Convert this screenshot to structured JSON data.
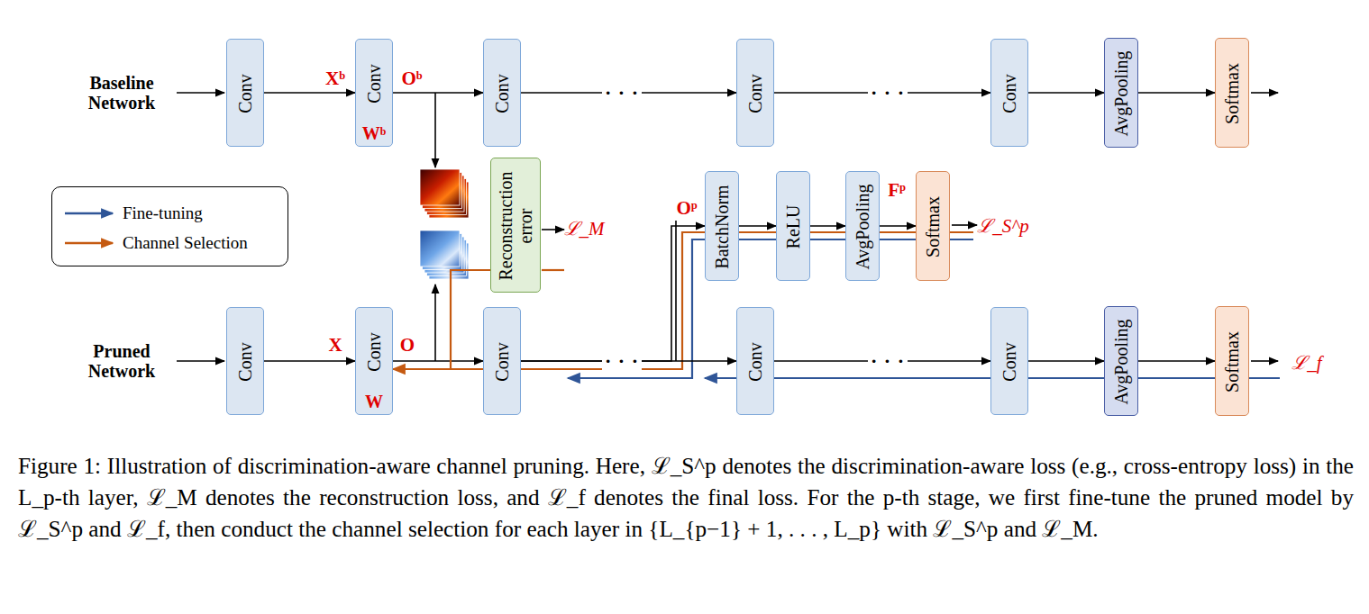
{
  "diagram": {
    "caption": "Figure 1: Illustration of discrimination-aware channel pruning. Here, ℒ_S^p denotes the discrimination-aware loss (e.g., cross-entropy loss) in the L_p-th layer, ℒ_M denotes the reconstruction loss, and ℒ_f denotes the final loss. For the p-th stage, we first fine-tune the pruned model by ℒ_S^p and ℒ_f, then conduct the channel selection for each layer in {L_{p−1} + 1, . . . , L_p} with ℒ_S^p and ℒ_M.",
    "nodes": [
      {
        "text": [
          "Conv"
        ]
      },
      {
        "text": [
          "Conv",
          "Wᵇ"
        ]
      },
      {
        "text": [
          "Conv"
        ]
      },
      {
        "text": [
          "Conv"
        ]
      },
      {
        "text": [
          "Conv"
        ]
      },
      {
        "text": [
          "AvgPooling"
        ]
      },
      {
        "text": [
          "Softmax"
        ]
      },
      {
        "text": [
          "Reconstruction error"
        ]
      },
      {
        "text": [
          "BatchNorm"
        ]
      },
      {
        "text": [
          "ReLU"
        ]
      },
      {
        "text": [
          "AvgPooling"
        ]
      },
      {
        "text": [
          "Softmax"
        ]
      },
      {
        "text": [
          "Conv"
        ]
      },
      {
        "text": [
          "Conv",
          "W"
        ]
      },
      {
        "text": [
          "Conv"
        ]
      },
      {
        "text": [
          "Conv"
        ]
      },
      {
        "text": [
          "Conv"
        ]
      },
      {
        "text": [
          "AvgPooling"
        ]
      },
      {
        "text": [
          "Softmax"
        ]
      }
    ],
    "edges": [
      {
        "from": 0,
        "to": 1,
        "arrow": "to"
      },
      {
        "from": 1,
        "to": 2,
        "arrow": "to"
      },
      {
        "from": 2,
        "to": 3,
        "arrow": "to"
      },
      {
        "from": 3,
        "to": 4,
        "arrow": "to"
      },
      {
        "from": 4,
        "to": 5,
        "arrow": "to"
      },
      {
        "from": 5,
        "to": 6,
        "arrow": "to"
      },
      {
        "from": 8,
        "to": 9,
        "arrow": "to"
      },
      {
        "from": 9,
        "to": 10,
        "arrow": "to"
      },
      {
        "from": 10,
        "to": 11,
        "arrow": "to"
      },
      {
        "from": 12,
        "to": 13,
        "arrow": "to"
      },
      {
        "from": 13,
        "to": 14,
        "arrow": "to"
      },
      {
        "from": 14,
        "to": 15,
        "arrow": "to"
      },
      {
        "from": 15,
        "to": 16,
        "arrow": "to"
      },
      {
        "from": 16,
        "to": 17,
        "arrow": "to"
      },
      {
        "from": 17,
        "to": 18,
        "arrow": "to"
      },
      {
        "from": 14,
        "to": 8,
        "arrow": "to"
      },
      {
        "from": 7,
        "to": 13,
        "arrow": "to"
      }
    ],
    "labels": [
      "Baseline Network",
      "Xᵇ",
      "Oᵇ",
      "· · ·",
      "· · ·",
      "ℒ_M",
      "Oᵖ",
      "Fᵖ",
      "ℒ_S^p",
      "Pruned Network",
      "X",
      "O",
      "· · ·",
      "· · ·",
      "ℒ_f"
    ],
    "legend": [
      {
        "text": "Fine-tuning",
        "color": "#2f5597"
      },
      {
        "text": "Channel Selection",
        "color": "#c55a11"
      }
    ]
  }
}
